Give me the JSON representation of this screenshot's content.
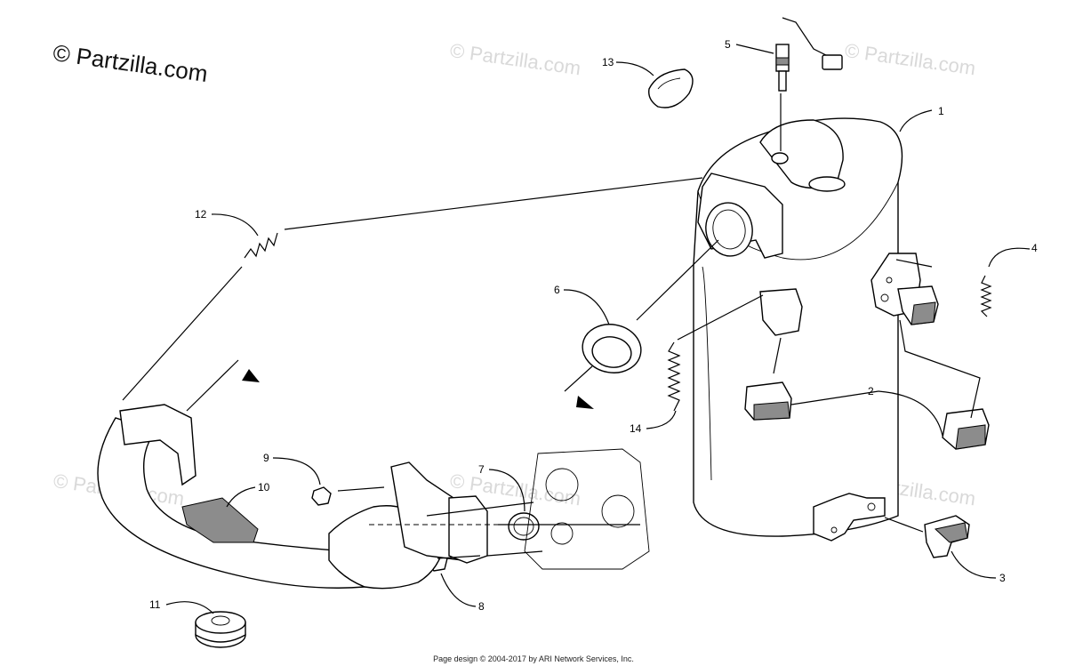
{
  "copyright": "© Partzilla.com",
  "watermark": "© Partzilla.com",
  "footer": "Page design © 2004-2017 by ARI Network Services, Inc.",
  "callouts": [
    "1",
    "2",
    "3",
    "4",
    "5",
    "6",
    "7",
    "8",
    "9",
    "10",
    "11",
    "12",
    "13",
    "14"
  ]
}
